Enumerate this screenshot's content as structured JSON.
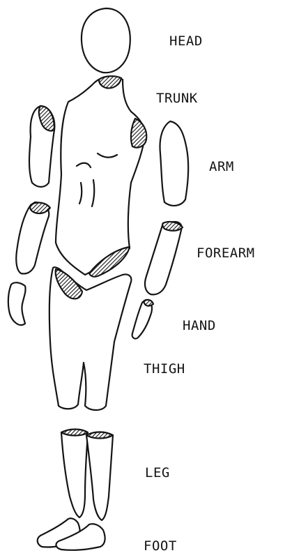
{
  "labels": {
    "head": "HEAD",
    "trunk": "TRUNK",
    "arm": "ARM",
    "forearm": "FOREARM",
    "hand": "HAND",
    "thigh": "THIGH",
    "leg": "LEG",
    "foot": "FOOT"
  },
  "colors": {
    "ink": "#141414",
    "background": "#ffffff"
  }
}
